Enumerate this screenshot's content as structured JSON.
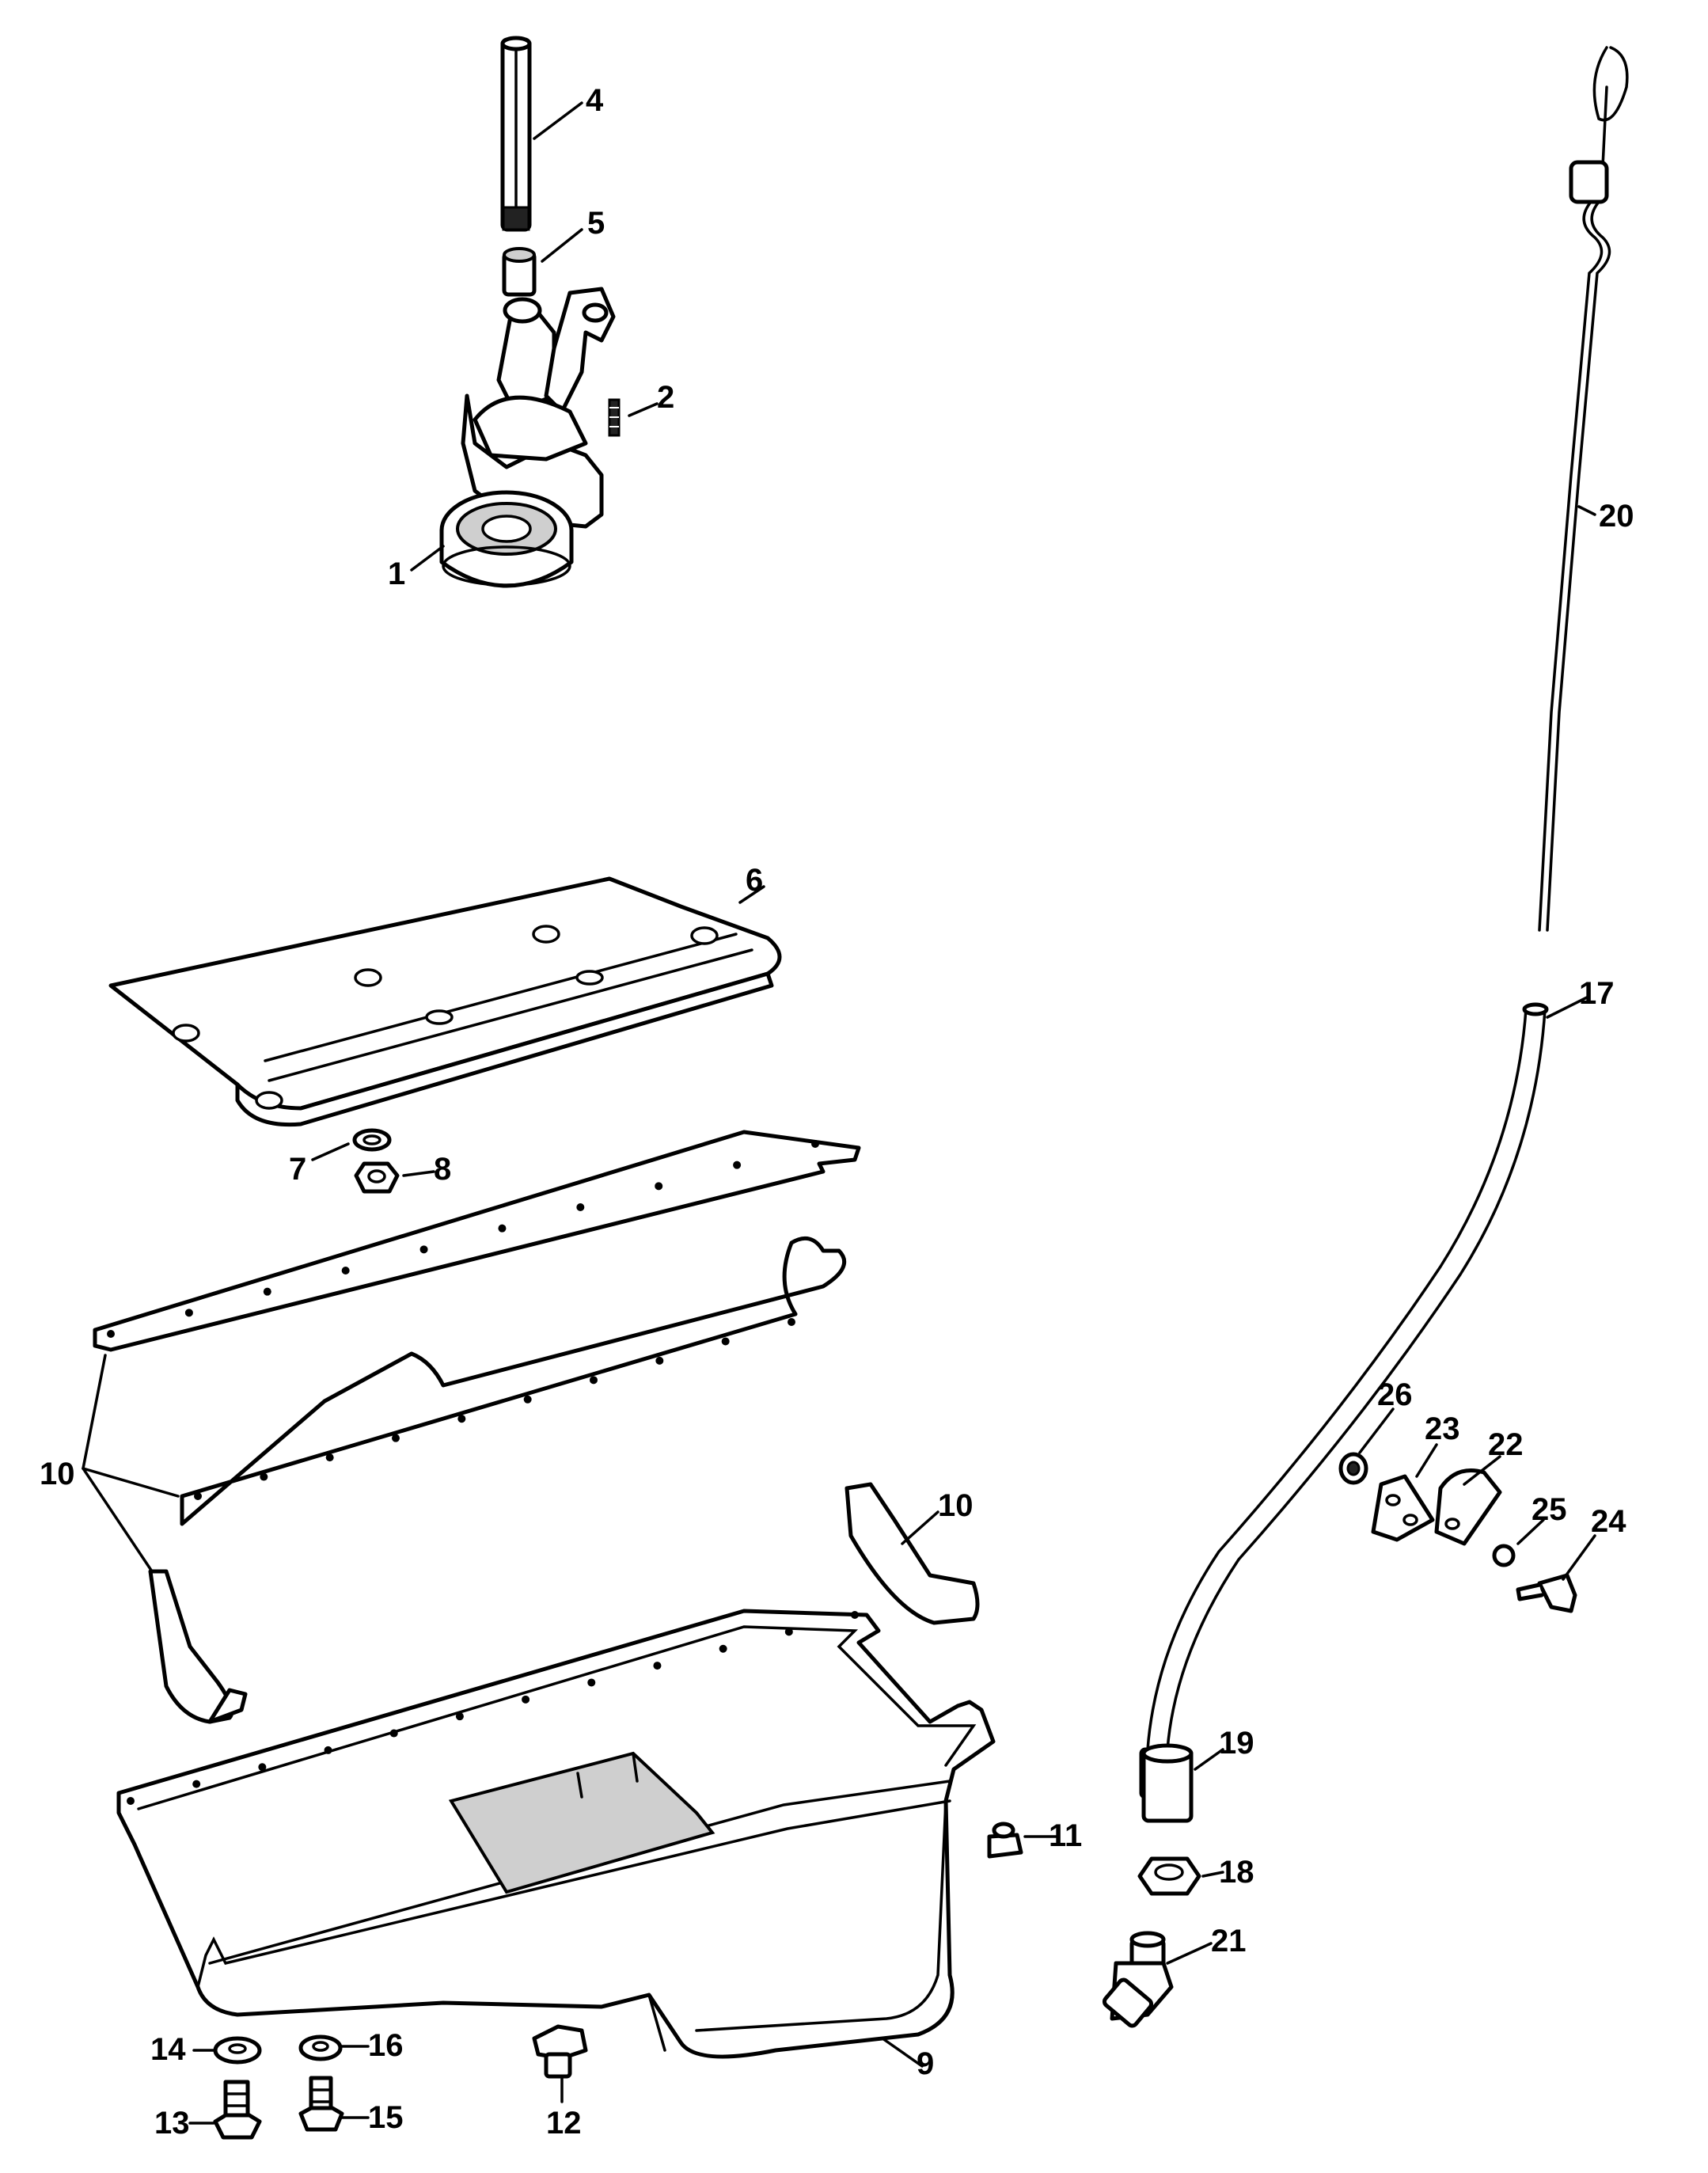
{
  "callouts": [
    {
      "id": "c1",
      "text": "1"
    },
    {
      "id": "c2",
      "text": "2"
    },
    {
      "id": "c4",
      "text": "4"
    },
    {
      "id": "c5",
      "text": "5"
    },
    {
      "id": "c6",
      "text": "6"
    },
    {
      "id": "c7",
      "text": "7"
    },
    {
      "id": "c8",
      "text": "8"
    },
    {
      "id": "c9",
      "text": "9"
    },
    {
      "id": "c10a",
      "text": "10"
    },
    {
      "id": "c10b",
      "text": "10"
    },
    {
      "id": "c11",
      "text": "11"
    },
    {
      "id": "c12",
      "text": "12"
    },
    {
      "id": "c13",
      "text": "13"
    },
    {
      "id": "c14",
      "text": "14"
    },
    {
      "id": "c15",
      "text": "15"
    },
    {
      "id": "c16",
      "text": "16"
    },
    {
      "id": "c17",
      "text": "17"
    },
    {
      "id": "c18",
      "text": "18"
    },
    {
      "id": "c19",
      "text": "19"
    },
    {
      "id": "c20",
      "text": "20"
    },
    {
      "id": "c21",
      "text": "21"
    },
    {
      "id": "c22",
      "text": "22"
    },
    {
      "id": "c23",
      "text": "23"
    },
    {
      "id": "c24",
      "text": "24"
    },
    {
      "id": "c25",
      "text": "25"
    },
    {
      "id": "c26",
      "text": "26"
    }
  ]
}
